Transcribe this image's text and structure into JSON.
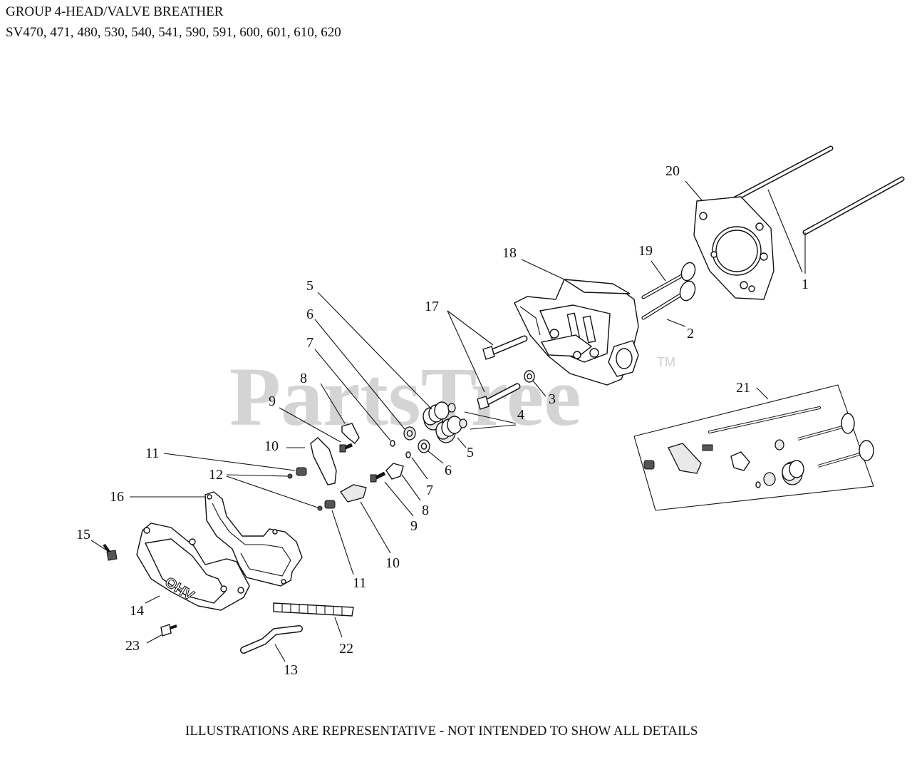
{
  "header": {
    "title_line1": "GROUP 4-HEAD/VALVE BREATHER",
    "title_line2": "SV470, 471, 480, 530, 540, 541, 590, 591, 600, 601, 610, 620"
  },
  "watermark": {
    "text": "PartsTree",
    "trademark": "TM"
  },
  "footer": {
    "note": "ILLUSTRATIONS ARE REPRESENTATIVE - NOT INTENDED TO SHOW ALL DETAILS"
  },
  "callouts": {
    "c1": "1",
    "c2": "2",
    "c3": "3",
    "c4": "4",
    "c5a": "5",
    "c5b": "5",
    "c6a": "6",
    "c6b": "6",
    "c7a": "7",
    "c7b": "7",
    "c8a": "8",
    "c8b": "8",
    "c9a": "9",
    "c9b": "9",
    "c10a": "10",
    "c10b": "10",
    "c11a": "11",
    "c11b": "11",
    "c12": "12",
    "c13": "13",
    "c14": "14",
    "c15": "15",
    "c16": "16",
    "c17": "17",
    "c18": "18",
    "c19": "19",
    "c20": "20",
    "c21": "21",
    "c22": "22",
    "c23": "23"
  },
  "parts": {
    "cover_emboss": "OHV"
  }
}
